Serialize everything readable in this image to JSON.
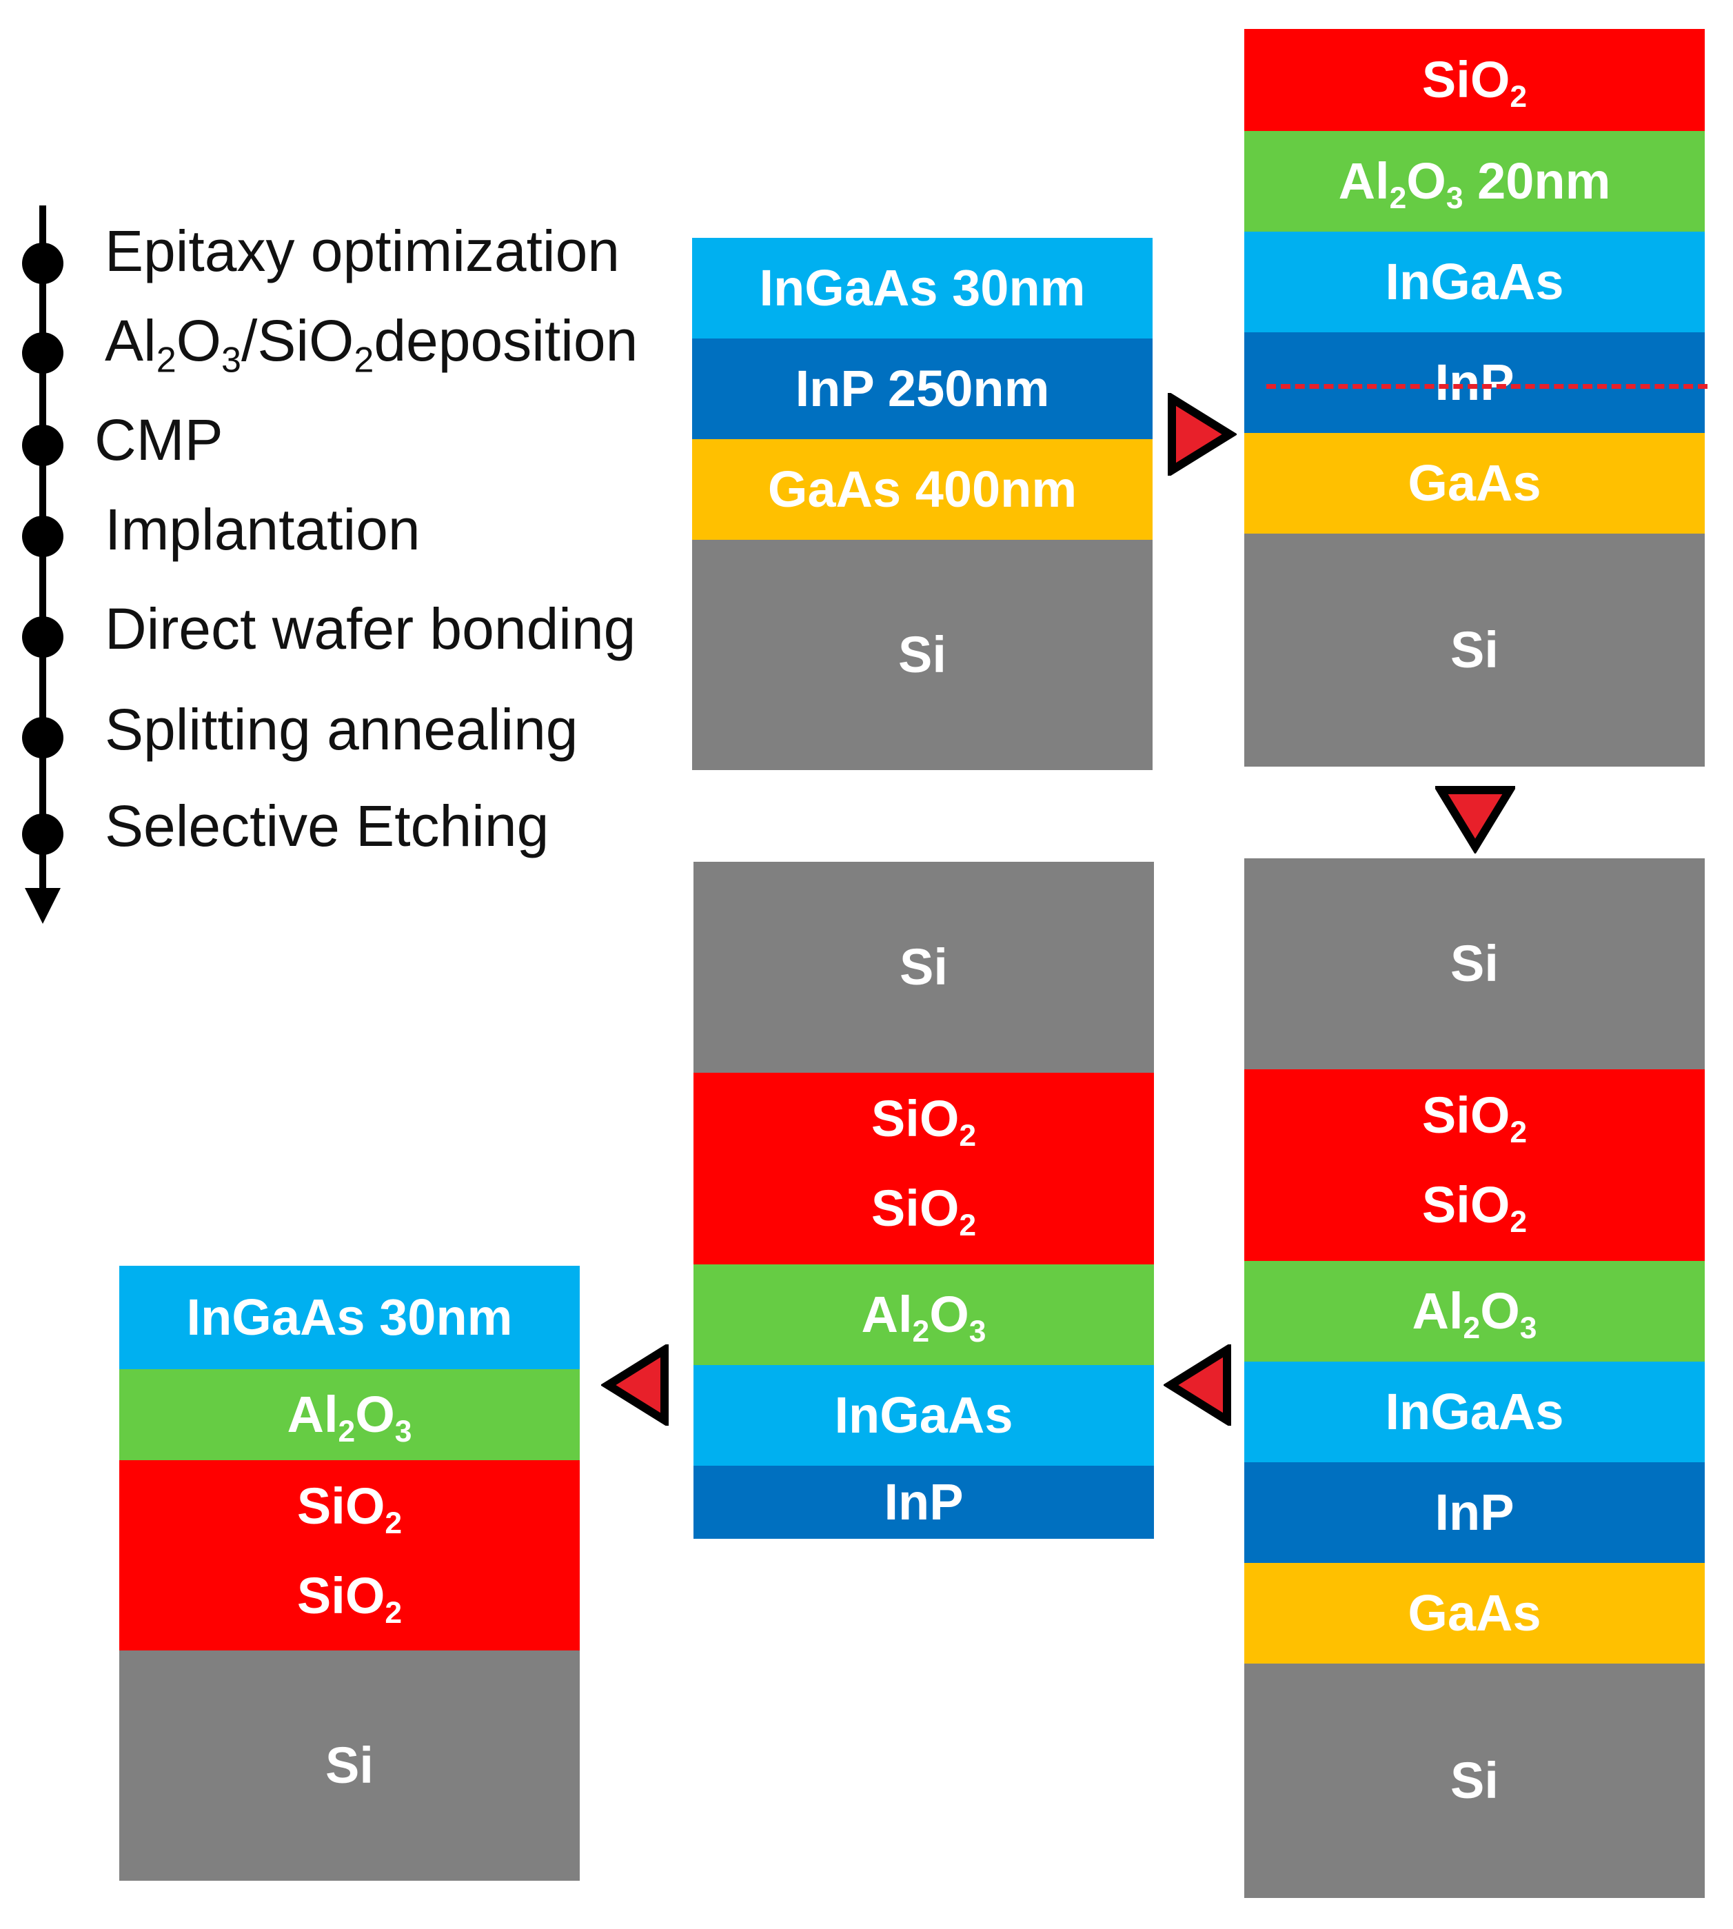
{
  "colors": {
    "InGaAs": "#00b0f0",
    "InP": "#0070c0",
    "GaAs": "#ffc000",
    "Si": "#808080",
    "SiO2": "#ff0000",
    "Al2O3": "#66cc44",
    "arrow_fill": "#e8202a",
    "dashed_line": "#e8202a"
  },
  "steps": {
    "s1": "Epitaxy optimization",
    "s2a": "Al",
    "s2b": "2",
    "s2c": "O",
    "s2d": "3",
    "s2e": "/SiO",
    "s2f": "2",
    "s2g": "deposition",
    "s3": "CMP",
    "s4": "Implantation",
    "s5": "Direct wafer bonding",
    "s6": "Splitting annealing",
    "s7": "Selective Etching"
  },
  "stack1": {
    "ingaas": "InGaAs 30nm",
    "inp": "InP 250nm",
    "gaas": "GaAs 400nm",
    "si": "Si"
  },
  "stack2": {
    "sio2_main": "SiO",
    "sio2_sub": "2",
    "al_a": "Al",
    "al_b": "2",
    "al_c": "O",
    "al_d": "3",
    "al_e": " 20nm",
    "ingaas": "InGaAs",
    "inp": "InP",
    "gaas": "GaAs",
    "si": "Si"
  },
  "stack3": {
    "si_top": "Si",
    "sio2a_main": "SiO",
    "sio2a_sub": "2",
    "sio2b_main": "SiO",
    "sio2b_sub": "2",
    "al_a": "Al",
    "al_b": "2",
    "al_c": "O",
    "al_d": "3",
    "ingaas": "InGaAs",
    "inp": "InP",
    "gaas": "GaAs",
    "si_bottom": "Si"
  },
  "stack4": {
    "si_top": "Si",
    "sio2a_main": "SiO",
    "sio2a_sub": "2",
    "sio2b_main": "SiO",
    "sio2b_sub": "2",
    "al_a": "Al",
    "al_b": "2",
    "al_c": "O",
    "al_d": "3",
    "ingaas": "InGaAs",
    "inp": "InP"
  },
  "stack5": {
    "ingaas": "InGaAs 30nm",
    "al_a": "Al",
    "al_b": "2",
    "al_c": "O",
    "al_d": "3",
    "sio2a_main": "SiO",
    "sio2a_sub": "2",
    "sio2b_main": "SiO",
    "sio2b_sub": "2",
    "si": "Si"
  }
}
